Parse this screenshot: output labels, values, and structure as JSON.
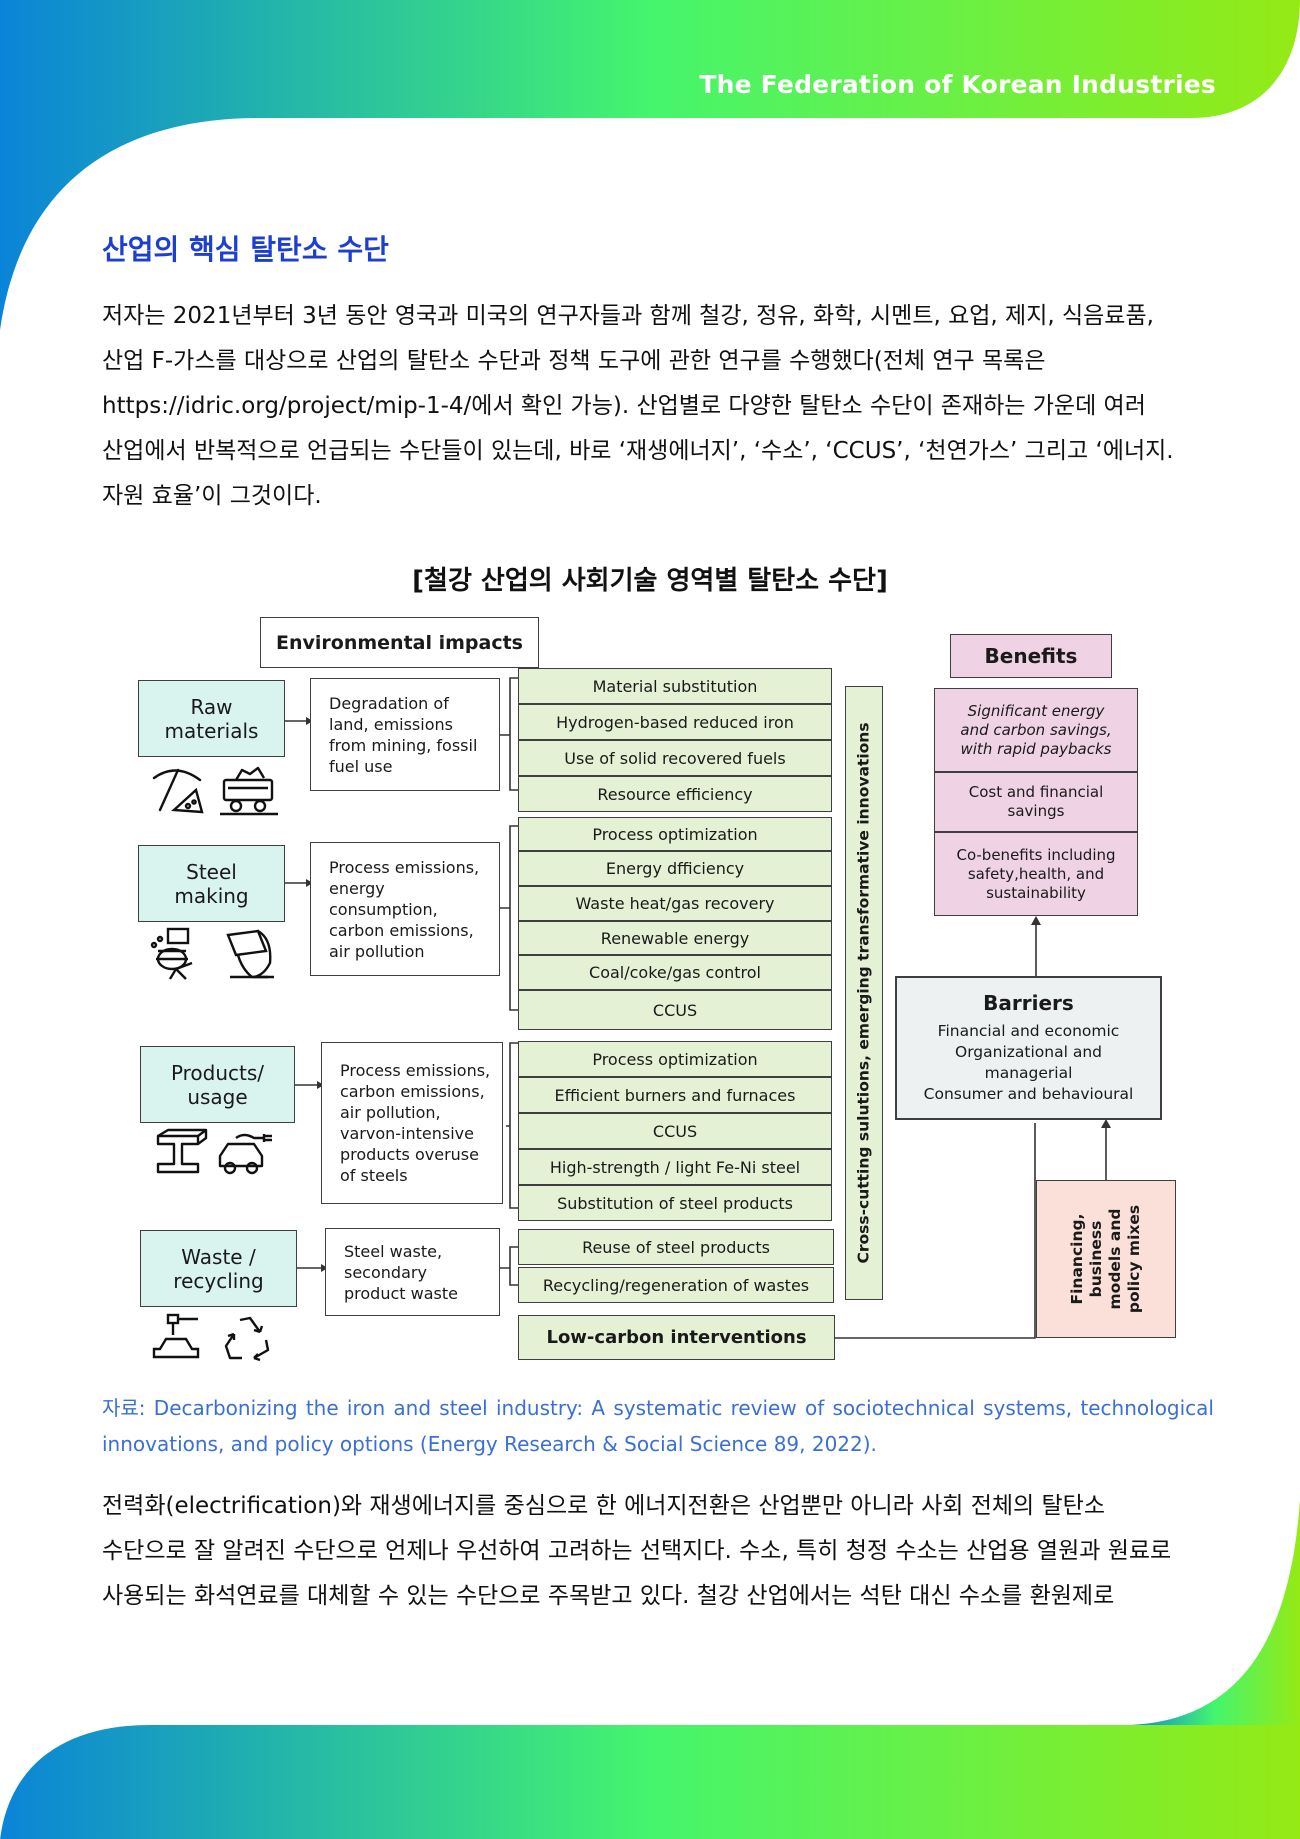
{
  "header": {
    "org": "The Federation of Korean Industries"
  },
  "section_title": "산업의 핵심 탈탄소 수단",
  "intro_lines": [
    " 저자는 2021년부터 3년 동안 영국과 미국의 연구자들과 함께 철강, 정유, 화학, 시멘트, 요업, 제지, 식음료품,",
    "산업 F-가스를 대상으로 산업의 탈탄소 수단과 정책 도구에 관한 연구를 수행했다(전체 연구 목록은",
    "https://idric.org/project/mip-1-4/에서 확인 가능). 산업별로 다양한 탈탄소 수단이 존재하는 가운데 여러",
    "산업에서 반복적으로 언급되는 수단들이 있는데, 바로 ‘재생에너지’, ‘수소’, ‘CCUS’, ‘천연가스’ 그리고 ‘에너지.",
    "자원 효율’이 그것이다."
  ],
  "figure": {
    "title": "[철강 산업의 사회기술 영역별 탈탄소 수단]",
    "env_header": "Environmental impacts",
    "categories": [
      {
        "label": "Raw\nmaterials",
        "icons": [
          "pickaxe-icon",
          "mine-cart-icon"
        ],
        "impact": "Degradation of\nland, emissions\nfrom mining, fossil\nfuel use",
        "measures": [
          "Material substitution",
          "Hydrogen-based reduced iron",
          "Use of solid recovered fuels",
          "Resource efficiency"
        ]
      },
      {
        "label": "Steel\nmaking",
        "icons": [
          "blast-furnace-icon",
          "pouring-ladle-icon"
        ],
        "impact": "Process emissions,\nenergy\nconsumption,\ncarbon emissions,\nair pollution",
        "measures": [
          "Process optimization",
          "Energy dfficiency",
          "Waste heat/gas recovery",
          "Renewable energy",
          "Coal/coke/gas control",
          "CCUS"
        ]
      },
      {
        "label": "Products/\nusage",
        "icons": [
          "steel-beam-icon",
          "electric-car-icon"
        ],
        "impact": "Process emissions,\ncarbon emissions,\nair pollution,\nvarvon-intensive\nproducts overuse\nof steels",
        "measures": [
          "Process optimization",
          "Efficient burners and furnaces",
          "CCUS",
          "High-strength / light Fe-Ni steel",
          "Substitution of steel products"
        ]
      },
      {
        "label": "Waste /\nrecycling",
        "icons": [
          "scrap-crane-icon",
          "recycle-icon"
        ],
        "impact": "Steel waste,\nsecondary\nproduct waste",
        "measures": [
          "Reuse of steel products",
          "Recycling/regeneration of wastes"
        ]
      }
    ],
    "low_carbon": "Low-carbon interventions",
    "cross_cutting": "Cross-cutting sulutions, emerging transformative innovations",
    "benefits_header": "Benefits",
    "benefits": [
      "Significant energy\nand carbon savings,\nwith rapid paybacks",
      "Cost and financial\nsavings",
      "Co-benefits including\nsafety,health, and\nsustainability"
    ],
    "barriers_header": "Barriers",
    "barriers": [
      "Financial and economic",
      "Organizational and",
      "managerial",
      "Consumer and behavioural"
    ],
    "financing": "Financing,\nbusiness\nmodels and\npolicy mixes",
    "colors": {
      "category": "#d9f4ef",
      "measure": "#e4f1d5",
      "benefit": "#efd3e4",
      "barrier": "#eef1f1",
      "financing": "#fbe0d9"
    }
  },
  "source": "자료: Decarbonizing the iron and steel industry: A systematic review of sociotechnical systems, technological innovations, and policy options (Energy Research & Social Science 89, 2022).",
  "body_lines": [
    " 전력화(electrification)와 재생에너지를 중심으로 한 에너지전환은 산업뿐만 아니라 사회 전체의 탈탄소",
    "수단으로 잘 알려진 수단으로 언제나 우선하여 고려하는 선택지다. 수소, 특히 청정 수소는 산업용 열원과 원료로",
    "사용되는 화석연료를 대체할 수 있는 수단으로 주목받고 있다. 철강 산업에서는 석탄 대신 수소를 환원제로"
  ],
  "theme": {
    "accent_blue": "#1c3fd0",
    "source_blue": "#3a6fd6"
  }
}
